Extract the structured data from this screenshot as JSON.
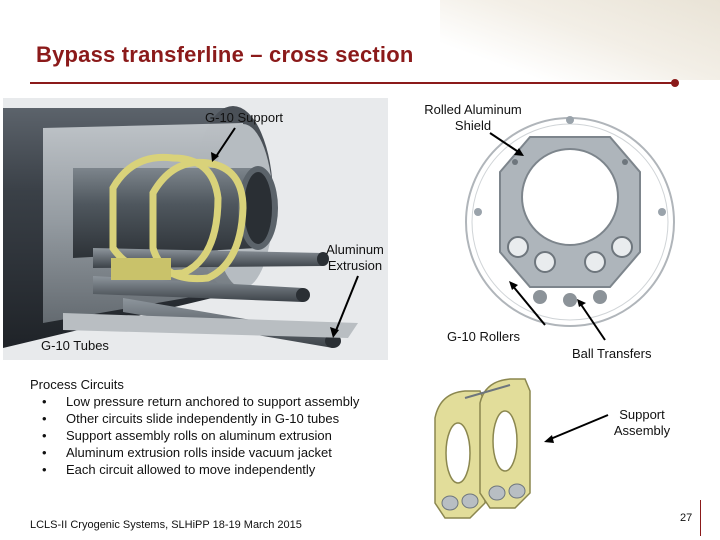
{
  "slide": {
    "title": "Bypass transferline – cross section",
    "footer": "LCLS-II Cryogenic Systems, SLHiPP 18-19 March 2015",
    "page_number": "27"
  },
  "labels": {
    "g10_support": "G-10 Support",
    "rolled_shield_line1": "Rolled Aluminum",
    "rolled_shield_line2": "Shield",
    "aluminum_extrusion_line1": "Aluminum",
    "aluminum_extrusion_line2": "Extrusion",
    "g10_tubes": "G-10 Tubes",
    "g10_rollers": "G-10 Rollers",
    "ball_transfers": "Ball Transfers",
    "support_assembly_line1": "Support",
    "support_assembly_line2": "Assembly"
  },
  "process_circuits": {
    "heading": "Process Circuits",
    "items": [
      {
        "bullet": "•",
        "text": "Low pressure return anchored to support assembly"
      },
      {
        "bullet": "•",
        "text": "Other circuits slide independently in G-10 tubes"
      },
      {
        "bullet": "•",
        "text": "Support assembly rolls on aluminum extrusion"
      },
      {
        "bullet": "•",
        "text": "Aluminum extrusion rolls inside vacuum jacket"
      },
      {
        "bullet": "•",
        "text": "Each circuit allowed to move independently"
      }
    ]
  },
  "colors": {
    "title": "#8b1a1a",
    "g10": "#d9d27a",
    "metal": "#9aa3ab",
    "jacket_dark": "#2c3036"
  }
}
